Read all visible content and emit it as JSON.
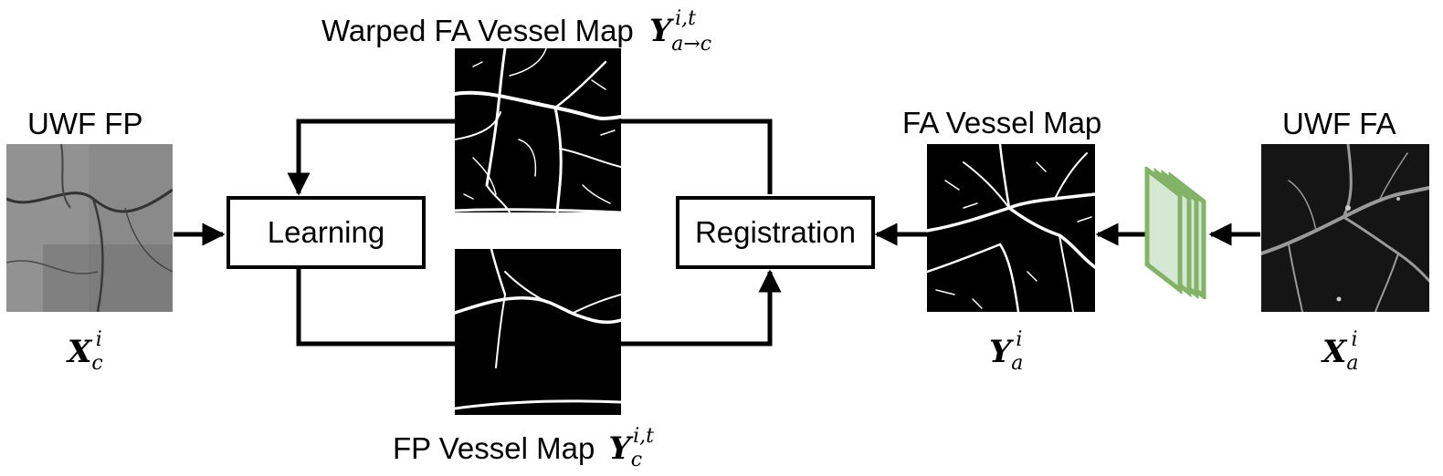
{
  "labels": {
    "uwf_fp": "UWF FP",
    "uwf_fa": "UWF FA",
    "warped_title": "Warped FA Vessel Map",
    "fa_vessel_map": "FA Vessel Map",
    "fp_vessel_map": "FP Vessel Map"
  },
  "math": {
    "xc_base": "X",
    "xc_sub": "c",
    "xc_sup": "i",
    "xa_base": "X",
    "xa_sub": "a",
    "xa_sup": "i",
    "ya_base": "Y",
    "ya_sub": "a",
    "ya_sup": "i",
    "warped_base": "Y",
    "warped_sub": "a→c",
    "warped_sup": "i,t",
    "fp_base": "Y",
    "fp_sub": "c",
    "fp_sup": "i,t"
  },
  "boxes": {
    "learning": "Learning",
    "registration": "Registration"
  },
  "colors": {
    "network_fill": "#d5e8d4",
    "network_stroke": "#82b366",
    "fp_gray": "#7a7a7a",
    "fa_dark": "#1a1a1a"
  },
  "icons": {
    "network": "stacked-layers-icon"
  }
}
